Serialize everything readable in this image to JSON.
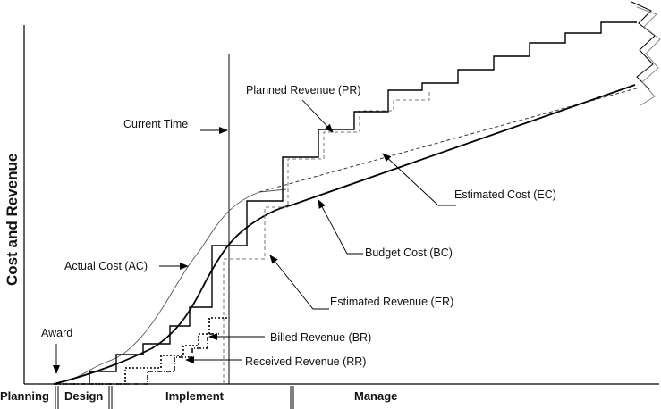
{
  "axis": {
    "y_label": "Cost and Revenue"
  },
  "phases": [
    {
      "id": "planning",
      "label": "Planning"
    },
    {
      "id": "design",
      "label": "Design"
    },
    {
      "id": "implement",
      "label": "Implement"
    },
    {
      "id": "manage",
      "label": "Manage"
    }
  ],
  "labels": {
    "current_time": "Current Time",
    "planned_revenue": "Planned Revenue (PR)",
    "estimated_cost": "Estimated Cost (EC)",
    "budget_cost": "Budget Cost (BC)",
    "actual_cost": "Actual Cost (AC)",
    "estimated_revenue": "Estimated Revenue (ER)",
    "award": "Award",
    "billed_revenue": "Billed Revenue (BR)",
    "received_revenue": "Received Revenue (RR)"
  }
}
